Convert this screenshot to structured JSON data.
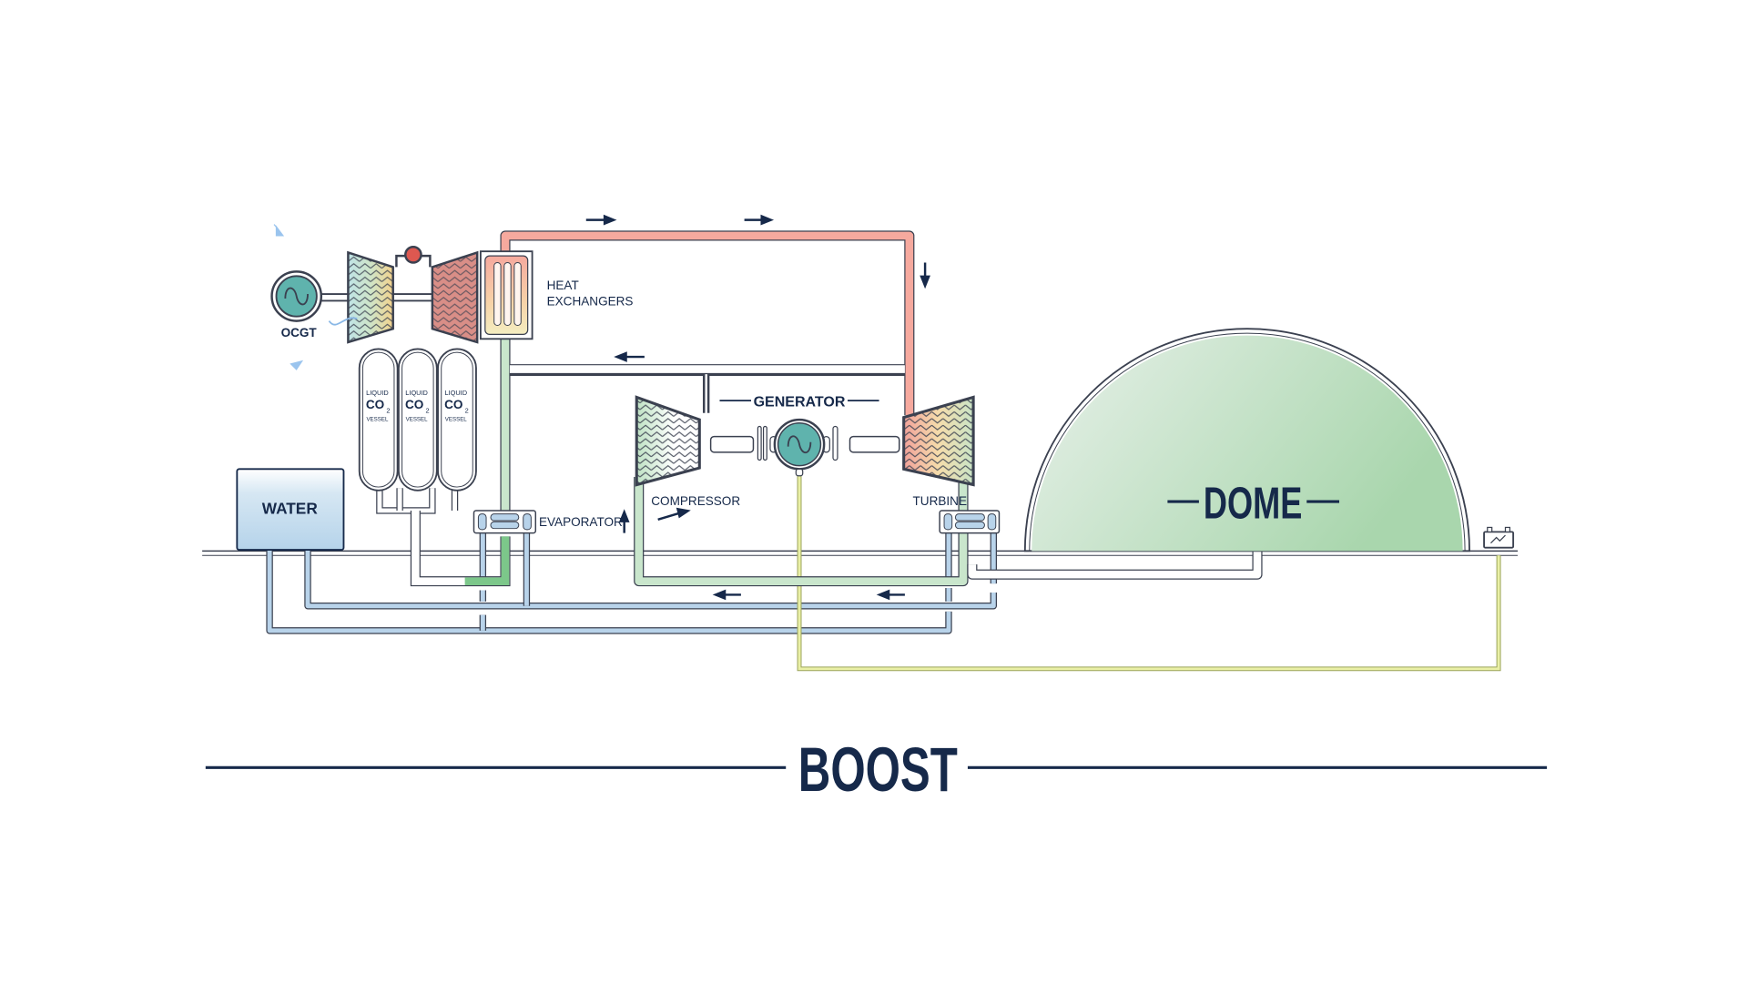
{
  "title": "BOOST",
  "colors": {
    "navy": "#16294a",
    "hot_pipe": "#f6a99e",
    "co2_pipe": "#c9e6cc",
    "co2_liquid_pipe": "#7cc78a",
    "water_pipe": "#b8d3ea",
    "power_line": "#eaf0a6",
    "generator": "#5fb3ad",
    "dome_fill": "#b6dbb8"
  },
  "components": {
    "ocgt": "OCGT",
    "heat_exchangers_line1": "HEAT",
    "heat_exchangers_line2": "EXCHANGERS",
    "vessel_top": "LIQUID",
    "vessel_co": "CO",
    "vessel_sub": "2",
    "vessel_bottom": "VESSEL",
    "water": "WATER",
    "evaporator": "EVAPORATOR",
    "compressor": "COMPRESSOR",
    "generator": "GENERATOR",
    "turbine": "TURBINE",
    "dome": "DOME"
  },
  "icons": {
    "generator_symbol": "sine-wave-icon",
    "battery": "battery-icon",
    "flow_arrow": "arrow-icon"
  }
}
